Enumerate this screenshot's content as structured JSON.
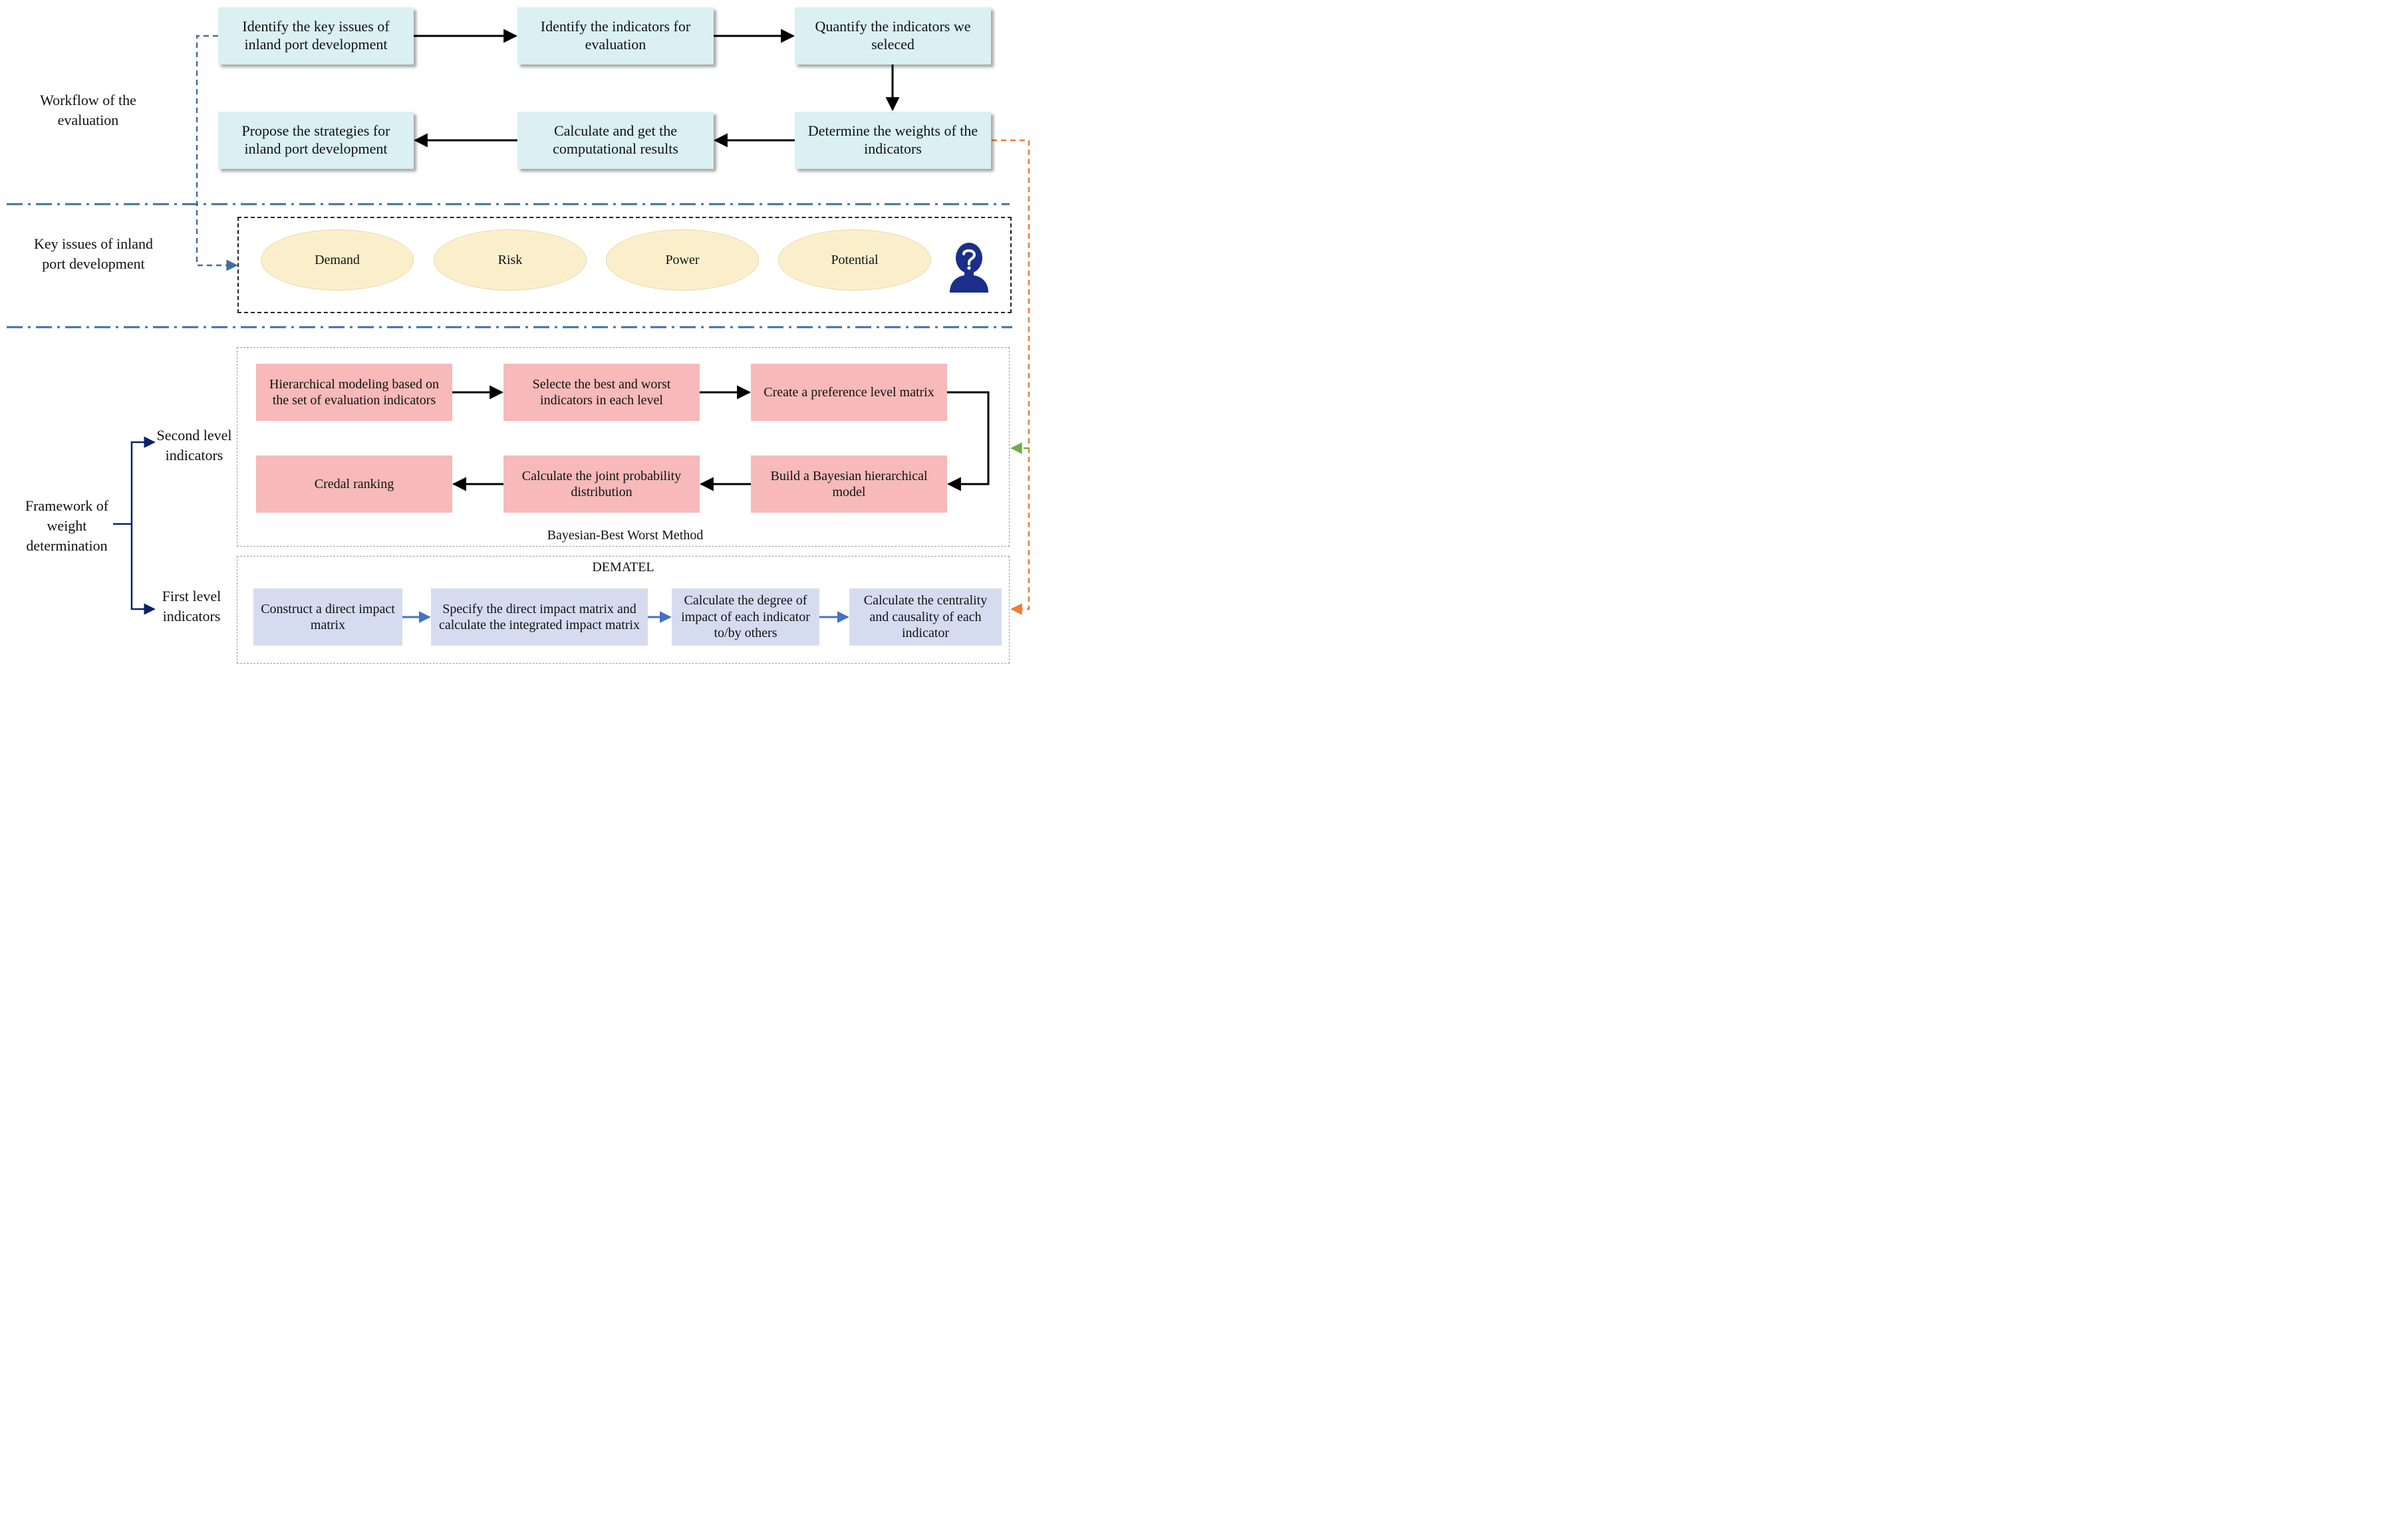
{
  "sections": {
    "workflow_label": "Workflow of the evaluation",
    "key_issues_label": "Key issues of inland port development",
    "framework_label": "Framework of weight determination",
    "second_level_label": "Second level indicators",
    "first_level_label": "First level indicators"
  },
  "workflow": [
    {
      "id": "identify_issues",
      "text": "Identify the key issues of inland port development"
    },
    {
      "id": "identify_indicators",
      "text": "Identify the indicators for evaluation"
    },
    {
      "id": "quantify",
      "text": "Quantify the indicators we seleced"
    },
    {
      "id": "determine_weights",
      "text": "Determine the weights of the indicators"
    },
    {
      "id": "calculate",
      "text": "Calculate and get the computational results"
    },
    {
      "id": "propose",
      "text": "Propose the strategies for inland port development"
    }
  ],
  "key_issues": [
    "Demand",
    "Risk",
    "Power",
    "Potential"
  ],
  "bbwm": {
    "caption": "Bayesian-Best Worst Method",
    "steps": [
      {
        "id": "hierarchical",
        "text": "Hierarchical modeling based on the set of evaluation indicators"
      },
      {
        "id": "best_worst",
        "text": "Selecte the best and worst indicators in each level"
      },
      {
        "id": "preference",
        "text": "Create a preference level matrix"
      },
      {
        "id": "bayesian_model",
        "text": "Build a Bayesian hierarchical model"
      },
      {
        "id": "joint",
        "text": "Calculate the joint probability distribution"
      },
      {
        "id": "credal",
        "text": "Credal ranking"
      }
    ]
  },
  "dematel": {
    "caption": "DEMATEL",
    "steps": [
      {
        "id": "construct",
        "text": "Construct a direct impact matrix"
      },
      {
        "id": "specify",
        "text": "Specify the direct impact matrix and calculate the integrated impact matrix"
      },
      {
        "id": "degree",
        "text": "Calculate the degree of impact of each indicator to/by others"
      },
      {
        "id": "centrality",
        "text": "Calculate the centrality and causality of each indicator"
      }
    ]
  },
  "colors": {
    "workflow_box": "#daf0f3",
    "oval": "#fbefcb",
    "bbwm_box": "#f7b9b9",
    "dematel_box": "#d6dcf0",
    "divider": "#3f6f9f",
    "navy": "#0b1f6b",
    "orange_link": "#ed7d31",
    "green_arrow": "#70ad47",
    "blue_arrow": "#4472c4",
    "icon": "#1a2e8a"
  },
  "icons": {
    "person": "person-question-icon"
  }
}
